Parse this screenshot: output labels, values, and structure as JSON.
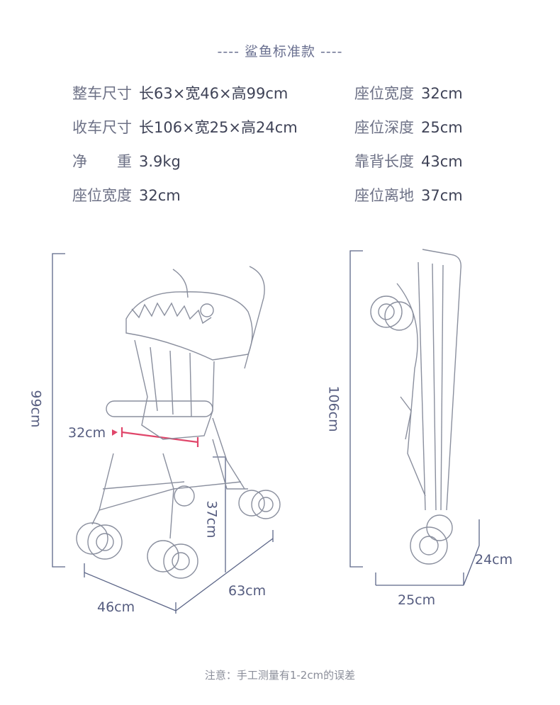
{
  "title": "---- 鲨鱼标准款 ----",
  "specs_left": [
    {
      "label": "整车尺寸",
      "value": "长63×宽46×高99cm"
    },
    {
      "label": "收车尺寸",
      "value": "长106×宽25×高24cm"
    },
    {
      "label": "净　　重",
      "value": "3.9kg"
    },
    {
      "label": "座位宽度",
      "value": "32cm"
    }
  ],
  "specs_right": [
    {
      "label": "座位宽度",
      "value": "32cm"
    },
    {
      "label": "座位深度",
      "value": "25cm"
    },
    {
      "label": "靠背长度",
      "value": "43cm"
    },
    {
      "label": "座位离地",
      "value": "37cm"
    }
  ],
  "dimensions": {
    "height_open": "99cm",
    "seat_width": "32cm",
    "seat_height": "37cm",
    "length_open": "63cm",
    "width_open": "46cm",
    "length_folded": "106cm",
    "width_folded": "25cm",
    "height_folded": "24cm"
  },
  "note": "注意：手工测量有1-2cm的误差",
  "colors": {
    "accent": "#e0466a",
    "line": "#5c6688",
    "sketch": "#8a8f9e"
  }
}
